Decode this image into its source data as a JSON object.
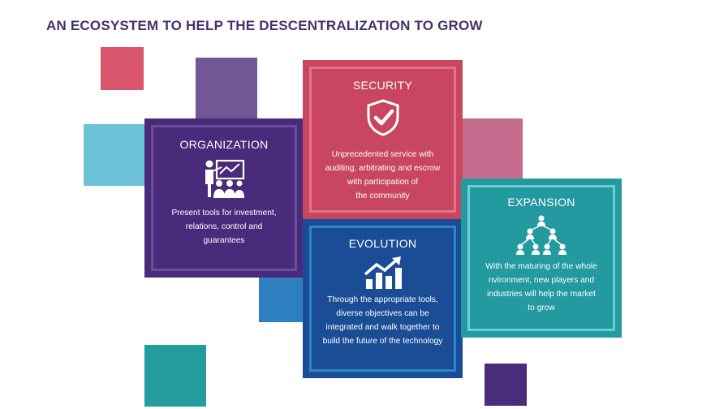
{
  "title": "AN ECOSYSTEM TO HELP THE DESCENTRALIZATION TO GROW",
  "colors": {
    "title": "#47306f",
    "organization": "#4a2a7a",
    "security": "#c84660",
    "evolution": "#1a4d96",
    "expansion": "#229aa0"
  },
  "cards": {
    "organization": {
      "title": "ORGANIZATION",
      "icon": "presentation-icon",
      "lines": [
        "Present tools for investment,",
        "relations, control and",
        "guarantees"
      ]
    },
    "security": {
      "title": "SECURITY",
      "icon": "shield-check-icon",
      "lines": [
        "Unprecedented service with",
        "auditing, arbitrating and escrow",
        "with participation of",
        "the community"
      ]
    },
    "evolution": {
      "title": "EVOLUTION",
      "icon": "growth-chart-icon",
      "lines": [
        "Through the appropriate tools,",
        "diverse objectives can be",
        "integrated and walk together to",
        "build the future of the technology"
      ]
    },
    "expansion": {
      "title": "EXPANSION",
      "icon": "network-people-icon",
      "lines": [
        "With the maturing of the whole",
        "nvironment, new players and",
        "industries will help the market",
        "to grow"
      ]
    }
  }
}
